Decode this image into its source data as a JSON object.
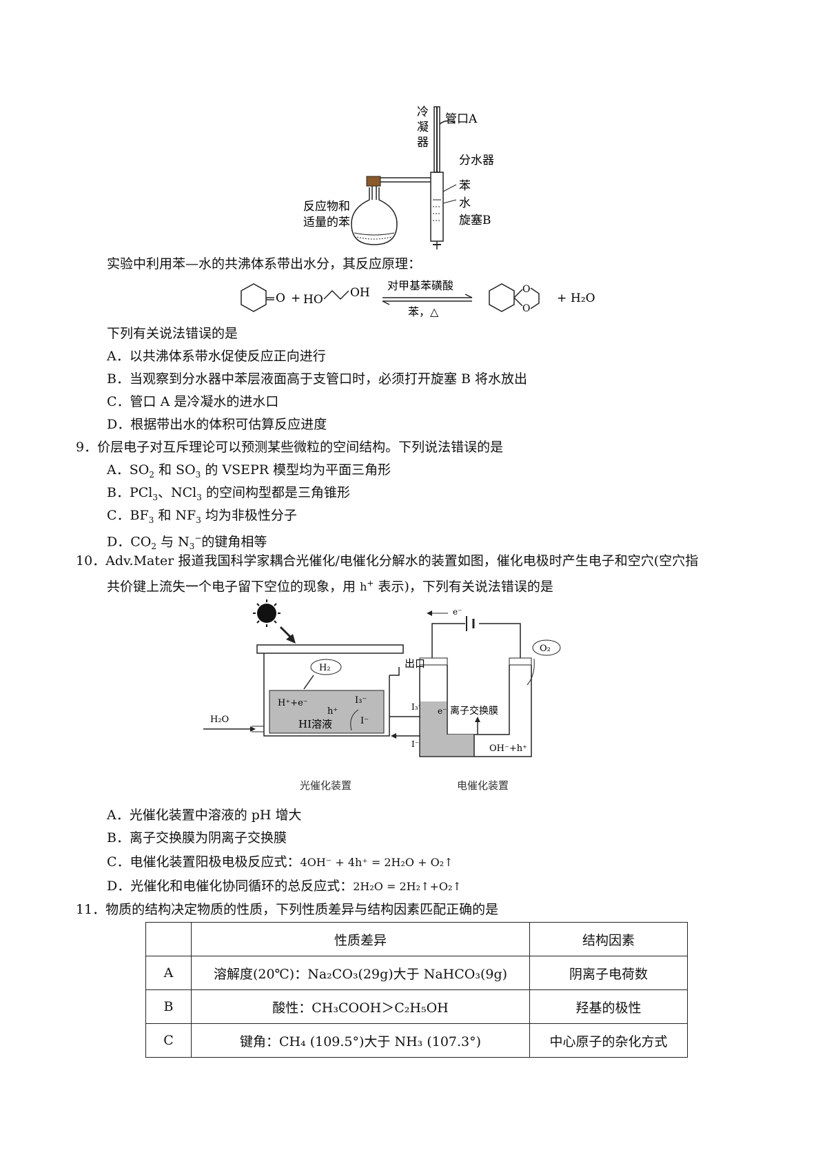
{
  "apparatus": {
    "condenser": "冷\n凝\n器",
    "port_a": "管口A",
    "separator": "分水器",
    "benzene": "苯",
    "water": "水",
    "valve_b": "旋塞B",
    "flask": "反应物和\n适量的苯"
  },
  "q8": {
    "intro": "实验中利用苯—水的共沸体系带出水分，其反应原理：",
    "catalyst": "对甲基苯磺酸",
    "condition": "苯，△",
    "question": "下列有关说法错误的是",
    "options": [
      "A．以共沸体系带水促使反应正向进行",
      "B．当观察到分水器中苯层液面高于支管口时，必须打开旋塞 B 将水放出",
      "C．管口 A 是冷凝水的进水口",
      "D．根据带出水的体积可估算反应进度"
    ]
  },
  "q9": {
    "stem": "9．价层电子对互斥理论可以预测某些微粒的空间结构。下列说法错误的是",
    "options": {
      "A_pre": "A．SO",
      "A_mid": " 和 SO",
      "A_post": " 的 VSEPR 模型均为平面三角形",
      "B_pre": "B．PCl",
      "B_mid": "、NCl",
      "B_post": " 的空间构型都是三角锥形",
      "C_pre": "C．BF",
      "C_mid": " 和 NF",
      "C_post": " 均为非极性分子",
      "D_pre": "D．CO",
      "D_mid": " 与 N",
      "D_post": "的键角相等"
    }
  },
  "q10": {
    "stem1": "10．Adv.Mater 报道我国科学家耦合光催化/电催化分解水的装置如图，催化电极时产生电子和空穴(空穴指",
    "stem2_pre": "共价键上流失一个电子留下空位的现象，用",
    "stem2_post": "表示)，下列有关说法错误的是",
    "diagram": {
      "outlet": "出口",
      "h2o_in": "H₂O",
      "h2": "H₂",
      "hi_solution": "HI溶液",
      "photo_label": "光催化装置",
      "electro_label": "电催化装置",
      "membrane": "离子交换膜",
      "o2": "O₂",
      "e_minus": "e⁻",
      "i3": "I₃⁻",
      "i_minus": "I⁻",
      "h_plus": "h⁺",
      "hplus_e": "H⁺+e⁻",
      "oh_h": "OH⁻+h⁺"
    },
    "options": {
      "A": "A．光催化装置中溶液的 pH 增大",
      "B": "B．离子交换膜为阴离子交换膜",
      "C_pre": "C．电催化装置阳极电极反应式：",
      "C_eq": "4OH⁻ + 4h⁺ = 2H₂O + O₂↑",
      "D_pre": "D．光催化和电催化协同循环的总反应式：",
      "D_eq": "2H₂O = 2H₂↑+O₂↑"
    }
  },
  "q11": {
    "stem": "11．物质的结构决定物质的性质，下列性质差异与结构因素匹配正确的是",
    "headers": [
      "",
      "性质差异",
      "结构因素"
    ],
    "rows": [
      {
        "label": "A",
        "diff": "溶解度(20℃)：Na₂CO₃(29g)大于 NaHCO₃(9g)",
        "factor": "阴离子电荷数"
      },
      {
        "label": "B",
        "diff": "酸性：CH₃COOH＞C₂H₅OH",
        "factor": "羟基的极性"
      },
      {
        "label": "C",
        "diff": "键角：CH₄ (109.5°)大于 NH₃ (107.3°)",
        "factor": "中心原子的杂化方式"
      }
    ]
  }
}
